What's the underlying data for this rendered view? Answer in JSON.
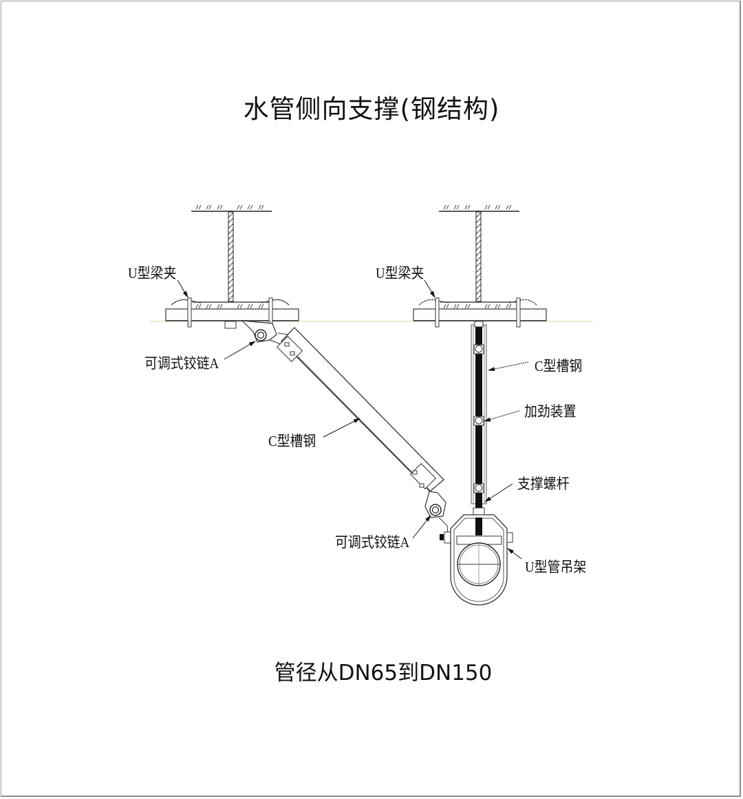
{
  "title": "水管侧向支撑(钢结构)",
  "subtitle": "管径从DN65到DN150",
  "colors": {
    "line": "#2a2a2a",
    "rod_fill": "#111111",
    "ceiling_guide": "#e8e6b0",
    "frame_border": "#9a9a9a",
    "background": "#ffffff"
  },
  "labels": {
    "left_beam_clamp": "U型梁夹",
    "right_beam_clamp": "U型梁夹",
    "left_top_hinge": "可调式铰链A",
    "diagonal_channel": "C型槽钢",
    "left_bottom_hinge": "可调式铰链A",
    "vertical_channel": "C型槽钢",
    "stiffener": "加劲装置",
    "support_rod": "支撑螺杆",
    "pipe_hanger": "U型管吊架"
  }
}
